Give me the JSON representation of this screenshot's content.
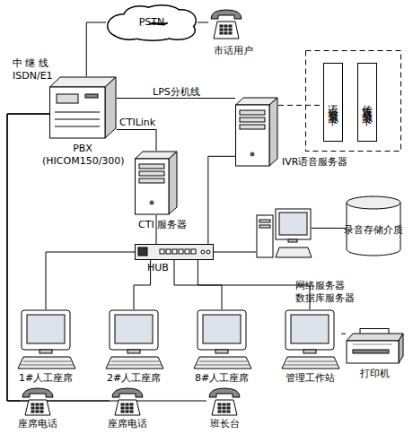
{
  "diagram": {
    "nodes": [
      {
        "text": [
          "PSTN"
        ]
      },
      {
        "text": [
          "市话用户"
        ]
      },
      {
        "text": [
          "PBX (HICOM150/300)"
        ]
      },
      {
        "text": [
          "IVR语音服务器"
        ]
      },
      {
        "text": [
          "语音资源卡"
        ]
      },
      {
        "text": [
          "传真资源卡"
        ]
      },
      {
        "text": [
          "CTI 服务器"
        ]
      },
      {
        "text": [
          "HUB"
        ]
      },
      {
        "text": [
          "网络服务器 数据库服务器"
        ]
      },
      {
        "text": [
          "录音存储介质"
        ]
      },
      {
        "text": [
          "1#人工座席"
        ]
      },
      {
        "text": [
          "2#人工座席"
        ]
      },
      {
        "text": [
          "8#人工座席"
        ]
      },
      {
        "text": [
          "管理工作站"
        ]
      },
      {
        "text": [
          "打印机"
        ]
      },
      {
        "text": [
          "座席电话"
        ]
      },
      {
        "text": [
          "座席电话"
        ]
      },
      {
        "text": [
          "班长台"
        ]
      }
    ],
    "edges": [
      {
        "from": 0,
        "to": 2,
        "arrow": "none"
      },
      {
        "from": 0,
        "to": 1,
        "arrow": "none"
      },
      {
        "from": 2,
        "to": 3,
        "label": "LPS分机线",
        "arrow": "none"
      },
      {
        "from": 2,
        "to": 6,
        "label": "CTILink",
        "arrow": "none"
      },
      {
        "from": 3,
        "to": 4,
        "arrow": "none"
      },
      {
        "from": 6,
        "to": 7,
        "arrow": "none"
      },
      {
        "from": 3,
        "to": 7,
        "arrow": "none"
      },
      {
        "from": 7,
        "to": 8,
        "arrow": "none"
      },
      {
        "from": 8,
        "to": 9,
        "arrow": "none"
      },
      {
        "from": 7,
        "to": 10,
        "arrow": "none"
      },
      {
        "from": 7,
        "to": 11,
        "arrow": "none"
      },
      {
        "from": 7,
        "to": 12,
        "arrow": "none"
      },
      {
        "from": 7,
        "to": 13,
        "arrow": "none"
      },
      {
        "from": 13,
        "to": 14,
        "arrow": "none"
      },
      {
        "from": 2,
        "to": 15,
        "arrow": "none"
      },
      {
        "from": 2,
        "to": 16,
        "arrow": "none"
      },
      {
        "from": 2,
        "to": 17,
        "arrow": "none"
      }
    ],
    "labels": [
      "中 继 线",
      "ISDN/E1"
    ]
  }
}
